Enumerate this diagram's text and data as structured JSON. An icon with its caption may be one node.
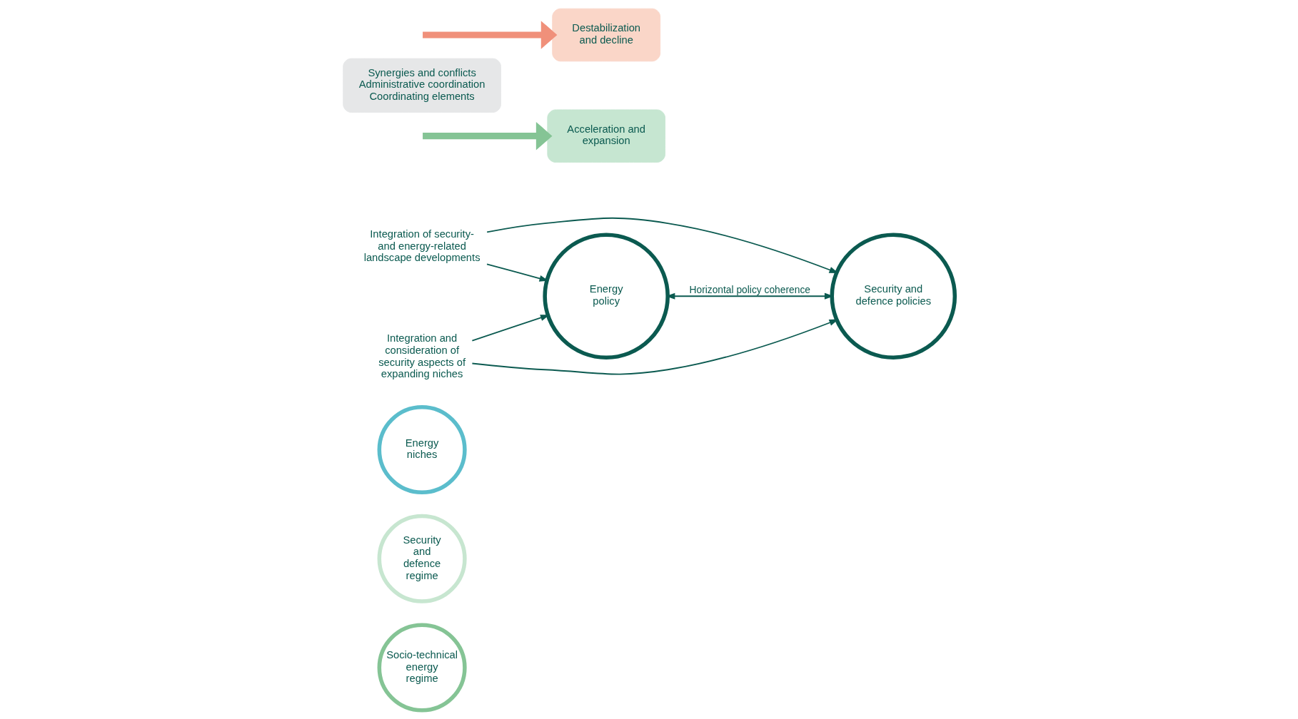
{
  "diagram": {
    "nodes": [
      {
        "text": [
          "Socio-technical energy regime"
        ]
      },
      {
        "text": [
          "Security and defence regime"
        ]
      },
      {
        "text": [
          "Energy niches"
        ]
      },
      {
        "text": [
          "Integration of security- and energy-related landscape developments"
        ]
      },
      {
        "text": [
          "Energy policy"
        ]
      },
      {
        "text": [
          "Security and defence policies"
        ]
      },
      {
        "text": [
          "Acceleration and expansion"
        ]
      },
      {
        "text": [
          "Synergies and conflicts",
          "Administrative coordination",
          "Coordinating elements"
        ]
      },
      {
        "text": [
          "Integration and consideration of security aspects of expanding niches"
        ]
      },
      {
        "text": [
          "Destabilization and decline"
        ]
      }
    ],
    "edges": [
      {
        "from": 3,
        "to": 4,
        "arrow": "to"
      },
      {
        "from": 3,
        "to": 5,
        "arrow": "to"
      },
      {
        "from": 4,
        "to": 5,
        "arrow": "both",
        "label": "Horizontal policy coherence"
      },
      {
        "from": 8,
        "to": 4,
        "arrow": "to"
      },
      {
        "from": 8,
        "to": 5,
        "arrow": "to"
      },
      {
        "from": null,
        "to": 6,
        "arrow": "to",
        "style": "thick",
        "color": "#85c495"
      },
      {
        "from": null,
        "to": 9,
        "arrow": "to",
        "style": "thick",
        "color": "#f0907a"
      }
    ]
  }
}
